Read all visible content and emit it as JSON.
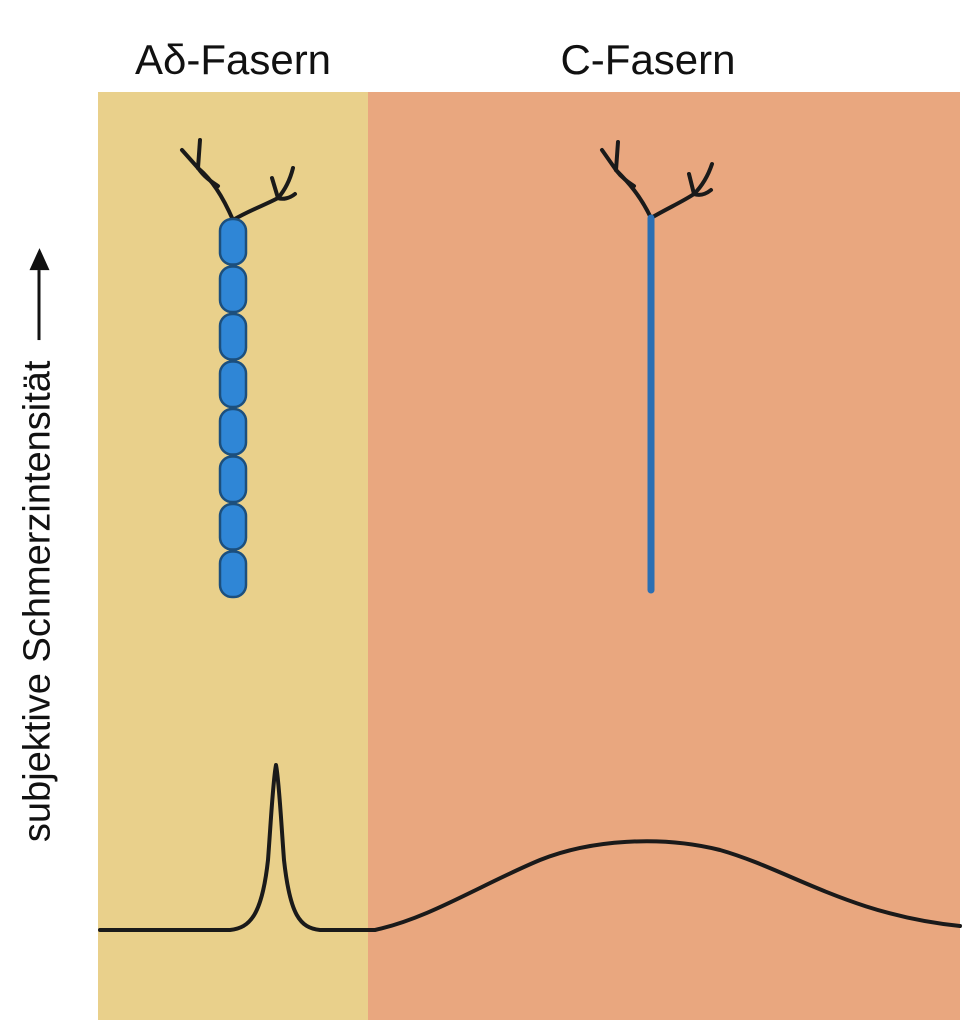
{
  "regions": {
    "adelta": {
      "label": "Aδ-Fasern",
      "color": "#e9d08b"
    },
    "c": {
      "label": "C-Fasern",
      "color": "#e9a77f"
    }
  },
  "axis": {
    "label": "subjektive Schmerzintensität",
    "arrow_direction": "up"
  },
  "fibers": {
    "adelta": {
      "type": "myelinated",
      "segments": 8,
      "color": "#2f86d6",
      "outline": "#1c4f7d"
    },
    "c": {
      "type": "unmyelinated",
      "color": "#2b6fb3"
    }
  },
  "curve": {
    "color": "#1a1a1a",
    "shape": "sharp peak in Aδ region followed by broad low hump in C region"
  }
}
